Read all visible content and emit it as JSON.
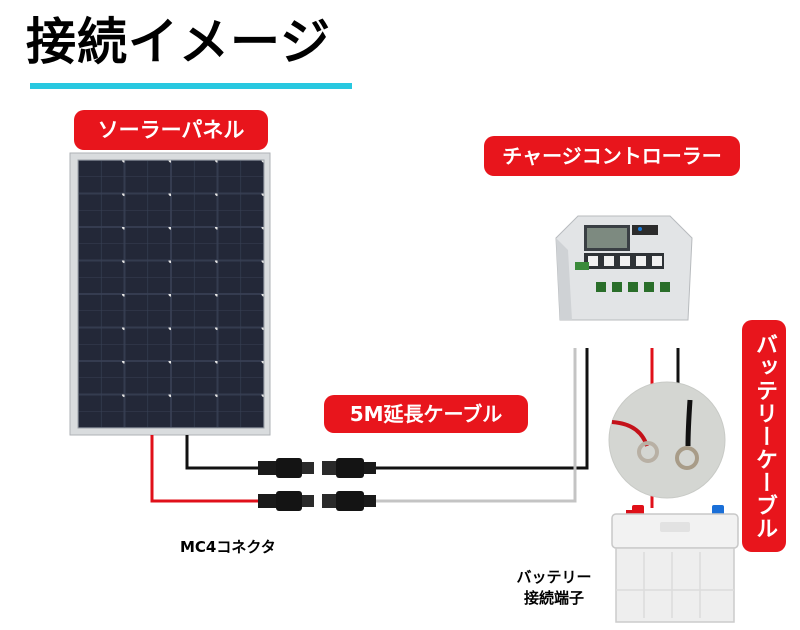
{
  "title": "接続イメージ",
  "labels": {
    "solar_panel": "ソーラーパネル",
    "charge_controller": "チャージコントローラー",
    "extension_cable": "5M延長ケーブル",
    "battery_cable": "バッテリーケーブル",
    "mc4_connector": "MC4コネクタ",
    "battery_terminal_line1": "バッテリー",
    "battery_terminal_line2": "接続端子"
  },
  "colors": {
    "accent_red": "#e8151c",
    "title_underline": "#28c8e0",
    "wire_black": "#111111",
    "wire_red": "#e0101a",
    "wire_gray": "#c4c4c4"
  }
}
